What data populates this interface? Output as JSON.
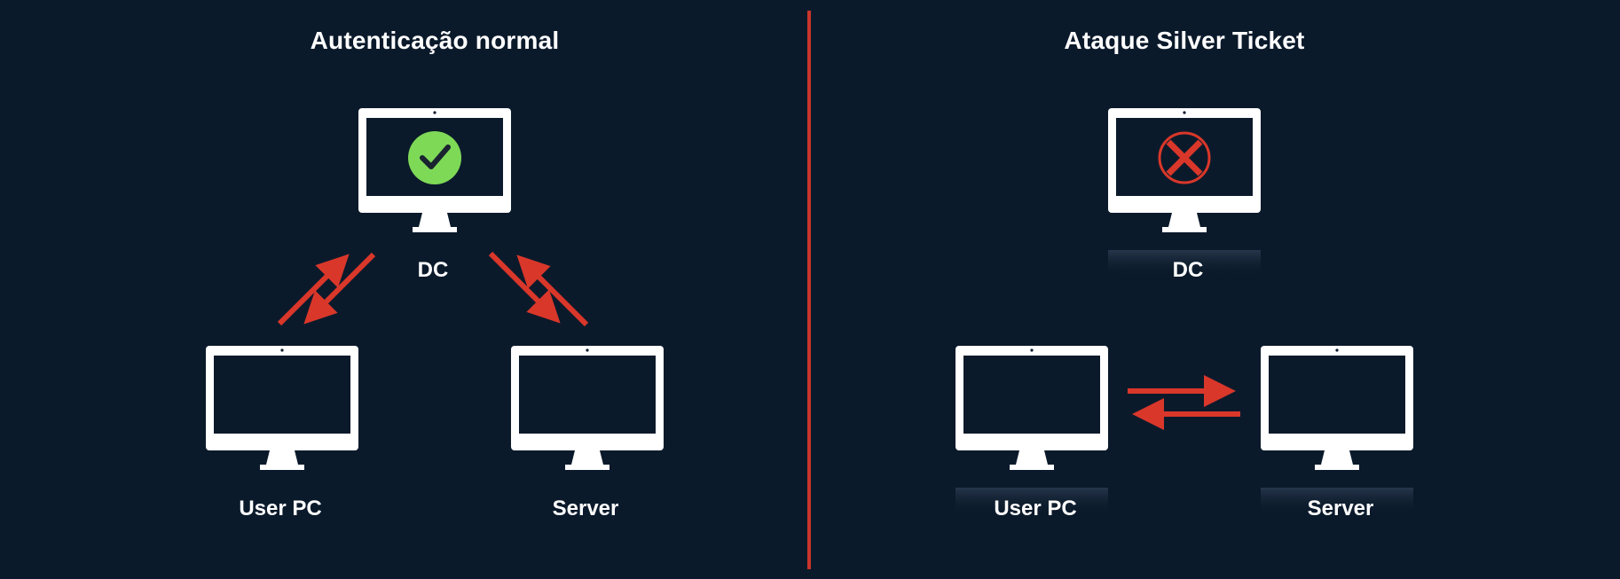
{
  "left_panel": {
    "title": "Autenticação normal",
    "dc_label": "DC",
    "user_label": "User PC",
    "server_label": "Server"
  },
  "right_panel": {
    "title": "Ataque Silver Ticket",
    "dc_label": "DC",
    "user_label": "User PC",
    "server_label": "Server"
  },
  "icons": {
    "dc_status_left": "checkmark-circle-icon",
    "dc_status_right": "x-circle-icon"
  },
  "colors": {
    "background": "#0b1a2b",
    "arrow": "#d9372a",
    "divider": "#c8352b",
    "success": "#7ed957",
    "monitor": "#ffffff"
  }
}
